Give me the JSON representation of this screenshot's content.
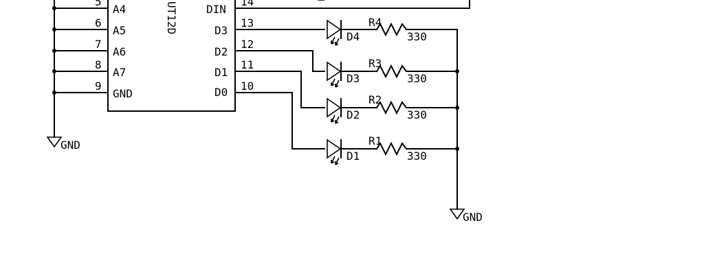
{
  "ic": {
    "part_name_fragment": "UT12D",
    "left_pins": [
      {
        "number": "5",
        "name": "A4"
      },
      {
        "number": "6",
        "name": "A5"
      },
      {
        "number": "7",
        "name": "A6"
      },
      {
        "number": "8",
        "name": "A7"
      },
      {
        "number": "9",
        "name": "GND"
      }
    ],
    "right_pins": [
      {
        "number": "14",
        "name": "DIN"
      },
      {
        "number": "13",
        "name": "D3"
      },
      {
        "number": "12",
        "name": "D2"
      },
      {
        "number": "11",
        "name": "D1"
      },
      {
        "number": "10",
        "name": "D0"
      }
    ]
  },
  "branches": [
    {
      "led": "D4",
      "resistor": "R4",
      "value": "330"
    },
    {
      "led": "D3",
      "resistor": "R3",
      "value": "330"
    },
    {
      "led": "D2",
      "resistor": "R2",
      "value": "330"
    },
    {
      "led": "D1",
      "resistor": "R1",
      "value": "330"
    }
  ],
  "grounds": [
    {
      "label": "GND"
    },
    {
      "label": "GND"
    }
  ]
}
